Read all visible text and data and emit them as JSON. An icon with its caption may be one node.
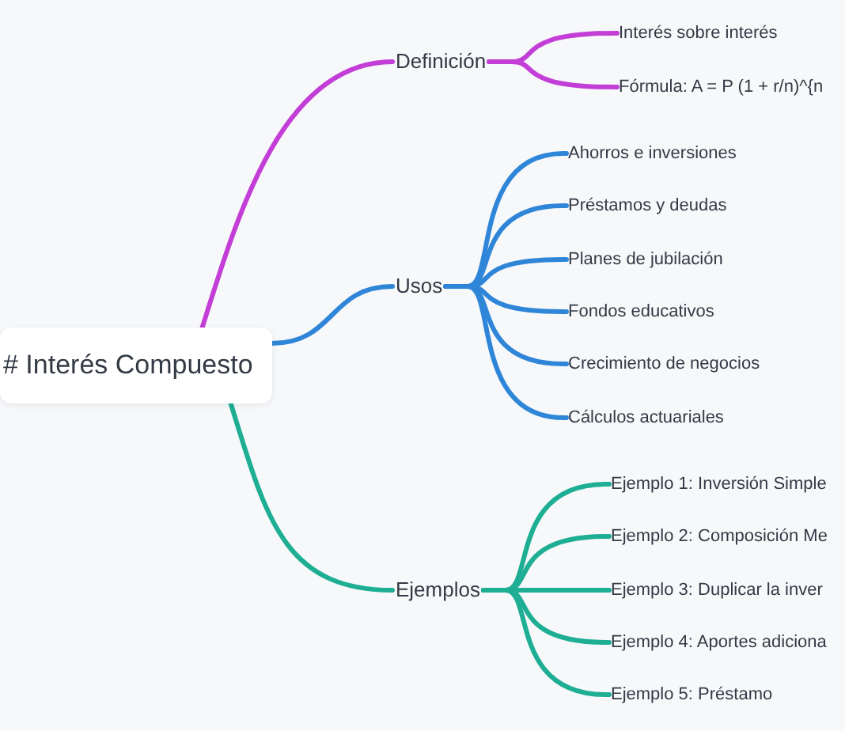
{
  "diagram": {
    "nodes": [
      {
        "text": [
          "# Interés Compuesto"
        ]
      },
      {
        "text": [
          "Definición"
        ]
      },
      {
        "text": [
          "Interés sobre interés"
        ]
      },
      {
        "text": [
          "Fórmula: A = P (1 + r/n)^{n"
        ]
      },
      {
        "text": [
          "Usos"
        ]
      },
      {
        "text": [
          "Ahorros e inversiones"
        ]
      },
      {
        "text": [
          "Préstamos y deudas"
        ]
      },
      {
        "text": [
          "Planes de jubilación"
        ]
      },
      {
        "text": [
          "Fondos educativos"
        ]
      },
      {
        "text": [
          "Crecimiento de negocios"
        ]
      },
      {
        "text": [
          "Cálculos actuariales"
        ]
      },
      {
        "text": [
          "Ejemplos"
        ]
      },
      {
        "text": [
          "Ejemplo 1: Inversión Simple"
        ]
      },
      {
        "text": [
          "Ejemplo 2: Composición Me"
        ]
      },
      {
        "text": [
          "Ejemplo 3: Duplicar la inver"
        ]
      },
      {
        "text": [
          "Ejemplo 4: Aportes adiciona"
        ]
      },
      {
        "text": [
          "Ejemplo 5: Préstamo"
        ]
      }
    ],
    "edges": [
      {
        "from": 0,
        "to": 1,
        "arrow": "none",
        "color": "#c23ed6"
      },
      {
        "from": 1,
        "to": 2,
        "arrow": "none",
        "color": "#c23ed6"
      },
      {
        "from": 1,
        "to": 3,
        "arrow": "none",
        "color": "#c23ed6"
      },
      {
        "from": 0,
        "to": 4,
        "arrow": "none"
      },
      {
        "from": 4,
        "to": 5,
        "arrow": "none"
      },
      {
        "from": 4,
        "to": 6,
        "arrow": "none"
      },
      {
        "from": 4,
        "to": 7,
        "arrow": "none"
      },
      {
        "from": 4,
        "to": 8,
        "arrow": "none"
      },
      {
        "from": 4,
        "to": 9,
        "arrow": "none"
      },
      {
        "from": 4,
        "to": 10,
        "arrow": "none"
      },
      {
        "from": 0,
        "to": 11,
        "arrow": "none",
        "color": "#1dae94"
      },
      {
        "from": 11,
        "to": 12,
        "arrow": "none",
        "color": "#1dae94"
      },
      {
        "from": 11,
        "to": 13,
        "arrow": "none",
        "color": "#1dae94"
      },
      {
        "from": 11,
        "to": 14,
        "arrow": "none",
        "color": "#1dae94"
      },
      {
        "from": 11,
        "to": 15,
        "arrow": "none",
        "color": "#1dae94"
      },
      {
        "from": 11,
        "to": 16,
        "arrow": "none",
        "color": "#1dae94"
      }
    ]
  }
}
